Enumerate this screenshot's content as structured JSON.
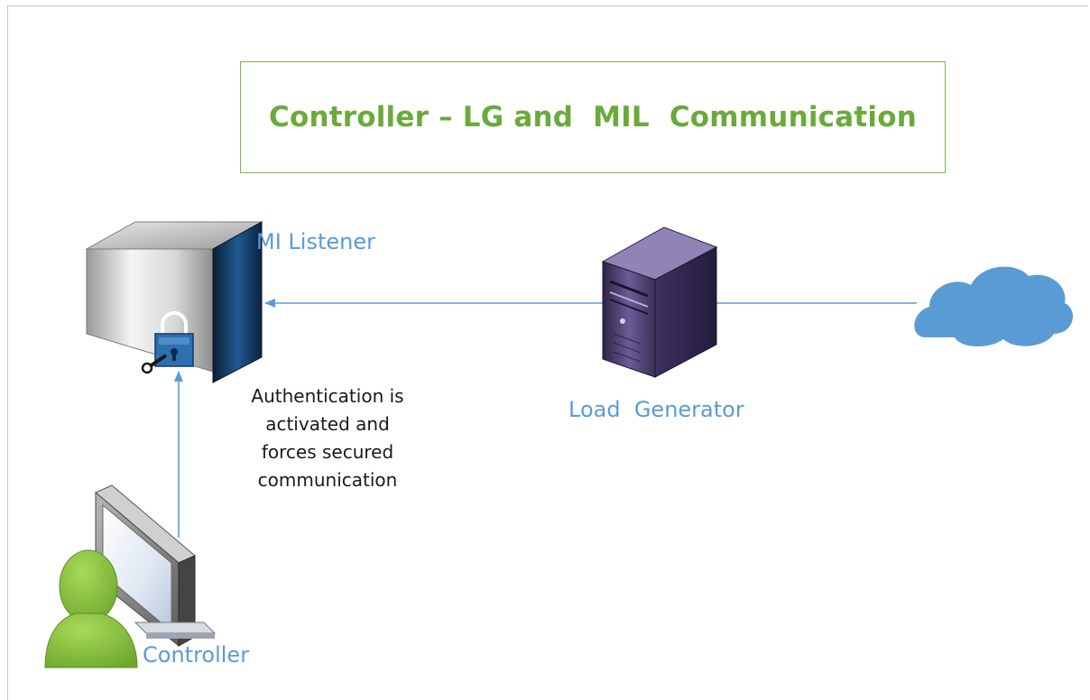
{
  "diagram": {
    "title": "Controller – LG and  MIL  Communication",
    "nodes": {
      "mi_listener": {
        "label": "MI Listener",
        "icon": "locked-server-icon"
      },
      "load_generator": {
        "label": "Load  Generator",
        "icon": "tower-server-icon"
      },
      "controller": {
        "label": "Controller",
        "icon": "user-monitor-icon"
      },
      "cloud": {
        "label": "",
        "icon": "cloud-icon"
      }
    },
    "note_lines": [
      "Authentication is",
      "activated and",
      "forces secured",
      "communication"
    ],
    "connections": [
      {
        "from": "load_generator",
        "to": "mi_listener",
        "arrow": true
      },
      {
        "from": "cloud",
        "to": "load_generator",
        "arrow": false
      },
      {
        "from": "controller",
        "to": "mi_listener",
        "arrow": true
      }
    ],
    "colors": {
      "title_text": "#6aaa3a",
      "title_border": "#7ab648",
      "node_label": "#5b9bd5",
      "connector": "#5b9bd5",
      "cloud": "#5b9bd5",
      "user_figure": "#8cc63f",
      "server_body": "#4a3f6b",
      "note_text": "#1a1a1a"
    }
  }
}
